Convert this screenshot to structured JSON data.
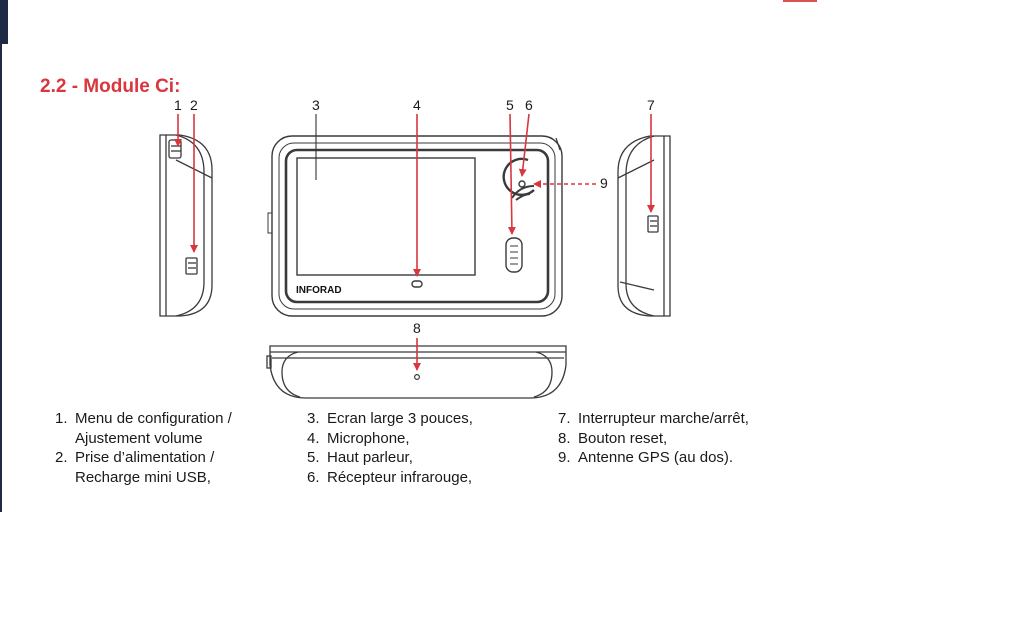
{
  "document": {
    "section_title": "2.2 - Module Ci:",
    "brand_logo_text": "INFORAD",
    "callouts": [
      "1",
      "2",
      "3",
      "4",
      "5",
      "6",
      "7",
      "8",
      "9"
    ]
  },
  "legend": {
    "col1": [
      {
        "num": "1.",
        "line1": "Menu de configuration /",
        "line2": "Ajustement volume"
      },
      {
        "num": "2.",
        "line1": "Prise d’alimentation /",
        "line2": "Recharge mini USB,"
      }
    ],
    "col2": [
      {
        "num": "3.",
        "line1": "Ecran large 3 pouces,"
      },
      {
        "num": "4.",
        "line1": "Microphone,"
      },
      {
        "num": "5.",
        "line1": "Haut parleur,"
      },
      {
        "num": "6.",
        "line1": "Récepteur infrarouge,"
      }
    ],
    "col3": [
      {
        "num": "7.",
        "line1": "Interrupteur marche/arrêt,"
      },
      {
        "num": "8.",
        "line1": "Bouton reset,"
      },
      {
        "num": "9.",
        "line1": "Antenne GPS (au dos)."
      }
    ]
  },
  "colors": {
    "accent_red": "#d9363e",
    "line_gray": "#3a3a3a",
    "page_background": "#ffffff"
  }
}
